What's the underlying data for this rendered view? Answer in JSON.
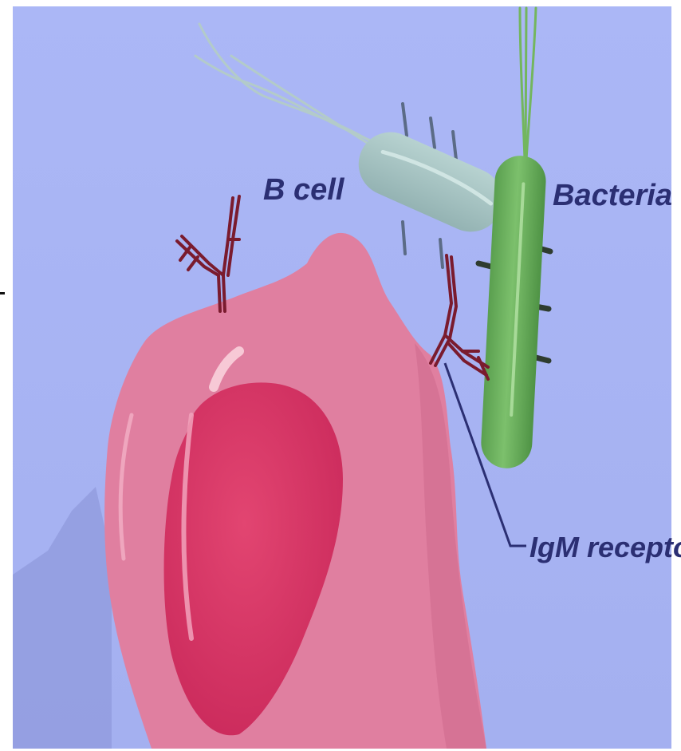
{
  "labels": {
    "b_cell": "B cell",
    "bacteria": "Bacteria",
    "igm_receptor": "IgM receptor"
  },
  "colors": {
    "background": "#a8b4f4",
    "cell_body": "#e07fa0",
    "nucleus": "#d83563",
    "bacterium_green": "#6cb15d",
    "bacterium_grey": "#a7c4c4",
    "antibody": "#7a1b2e",
    "text": "#2b2f73"
  }
}
